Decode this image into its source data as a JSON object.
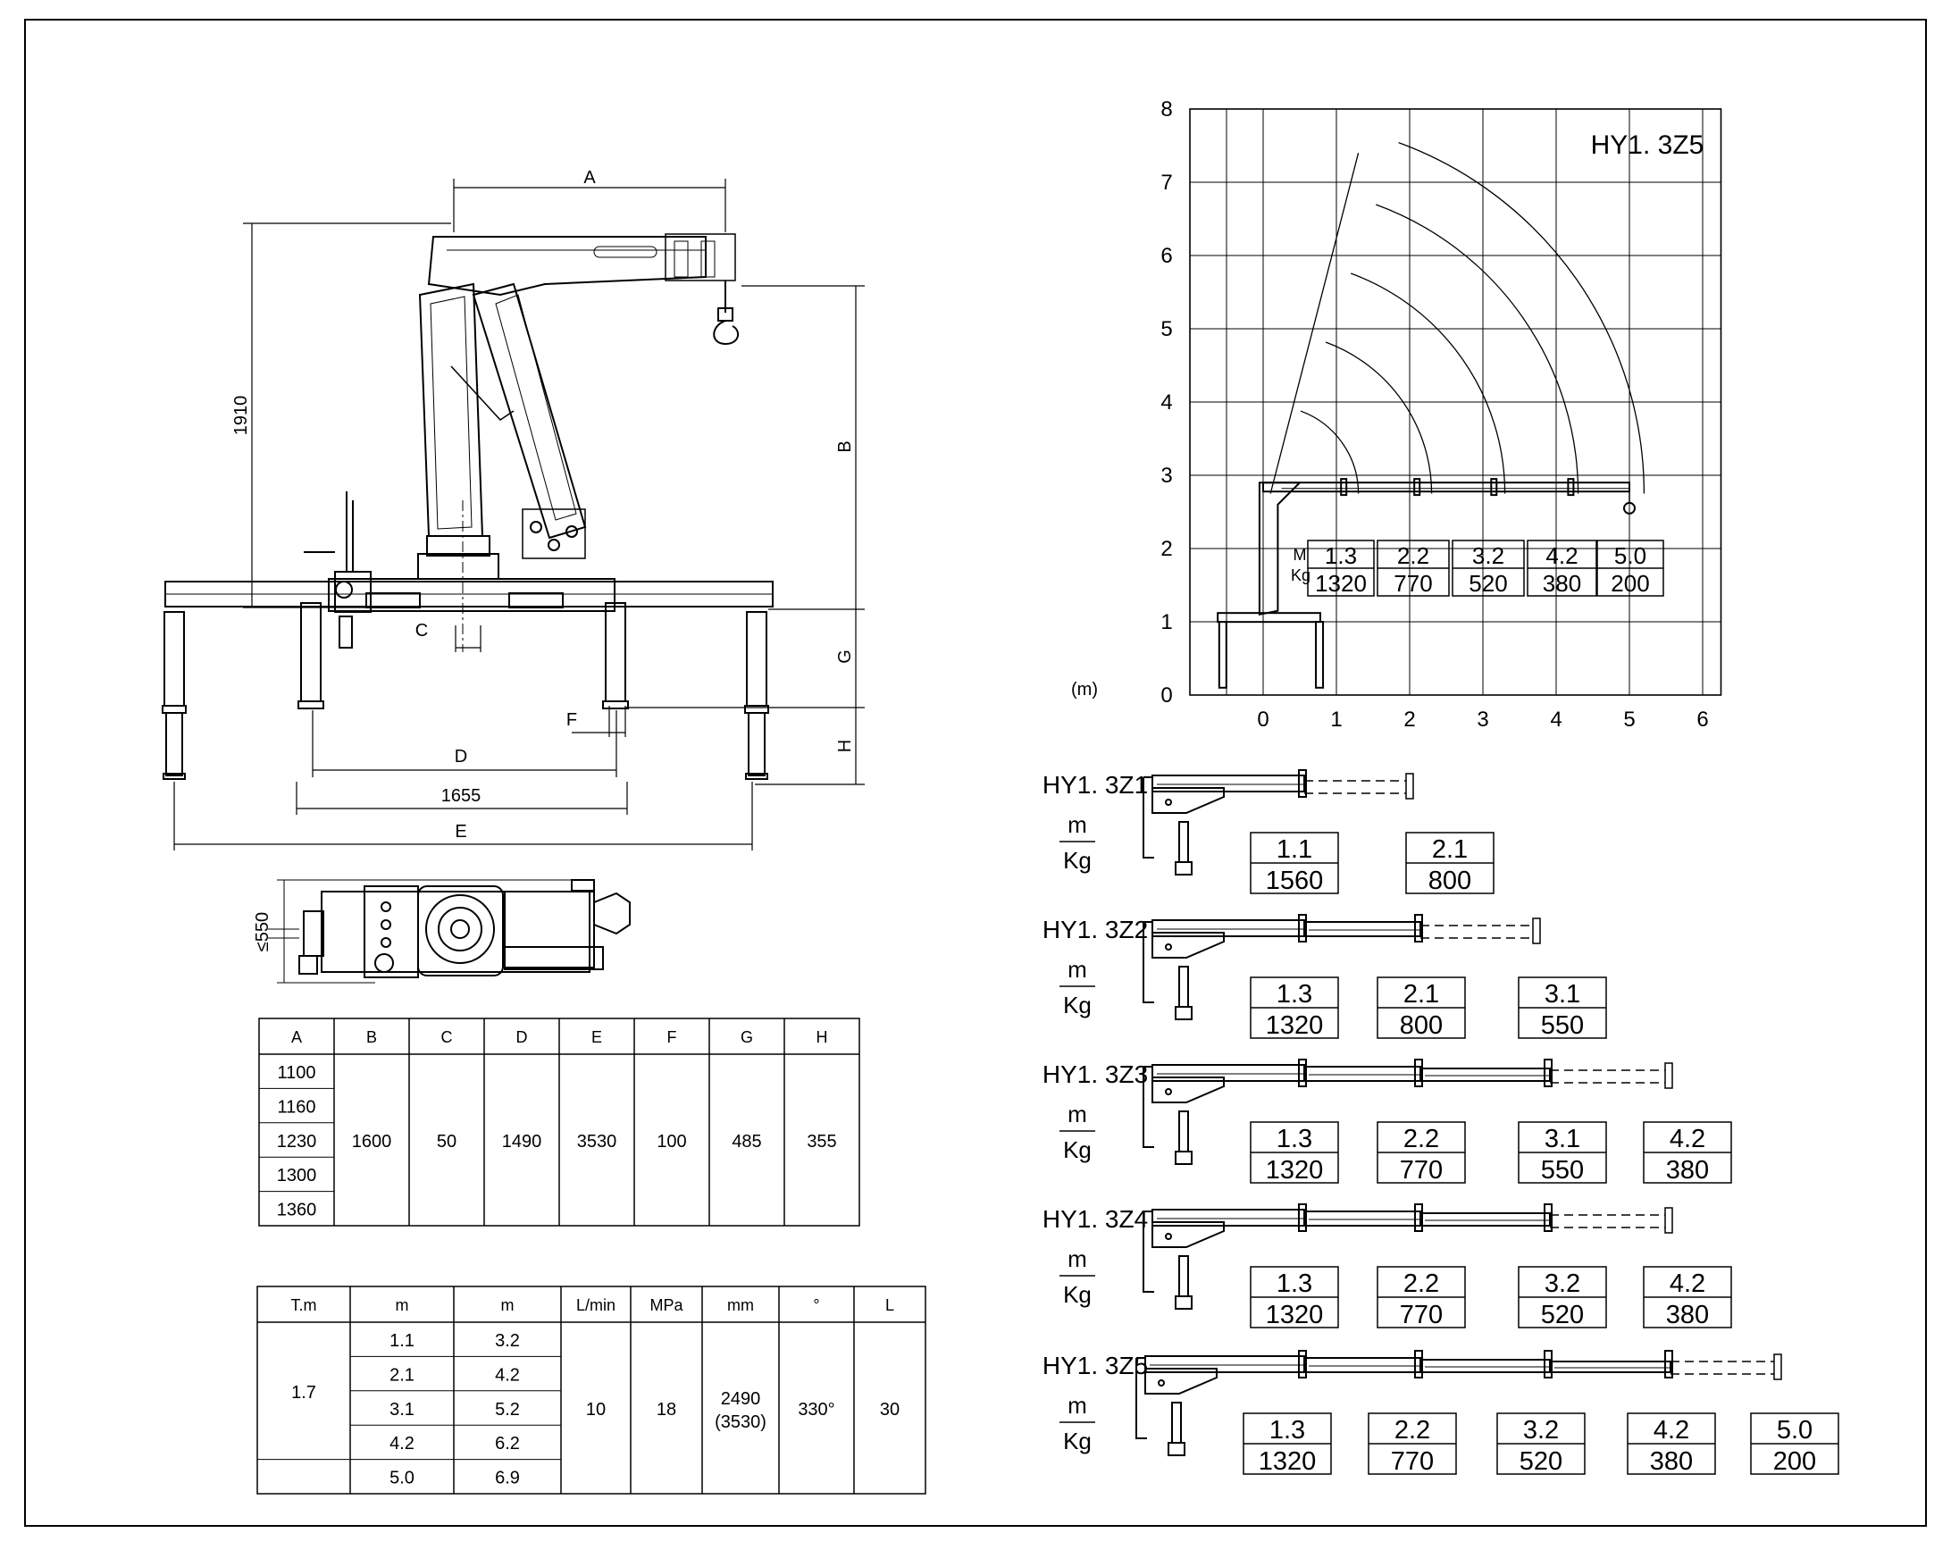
{
  "side_view": {
    "dims": {
      "A": "A",
      "B": "B",
      "C": "C",
      "D": "D",
      "E": "E",
      "F": "F",
      "G": "G",
      "H": "H",
      "height": "1910",
      "width": "1655"
    }
  },
  "top_view": {
    "width_label": "≤550"
  },
  "dim_table": {
    "headers": [
      "A",
      "B",
      "C",
      "D",
      "E",
      "F",
      "G",
      "H"
    ],
    "a_values": [
      "1100",
      "1160",
      "1230",
      "1300",
      "1360"
    ],
    "shared": [
      "1600",
      "50",
      "1490",
      "3530",
      "100",
      "485",
      "355"
    ]
  },
  "spec_table": {
    "headers": [
      "T.m",
      "m",
      "m",
      "L/min",
      "MPa",
      "mm",
      "°",
      "L"
    ],
    "tm": "1.7",
    "reach_a": [
      "1.1",
      "2.1",
      "3.1",
      "4.2",
      "5.0"
    ],
    "reach_b": [
      "3.2",
      "4.2",
      "5.2",
      "6.2",
      "6.9"
    ],
    "flow": "10",
    "pressure": "18",
    "mm_1": "2490",
    "mm_2": "(3530)",
    "angle": "330°",
    "oil": "30"
  },
  "chart": {
    "title": "HY1. 3Z5",
    "unit": "(m)",
    "unit_labels": [
      "M",
      "Kg"
    ],
    "y_ticks": [
      "0",
      "1",
      "2",
      "3",
      "4",
      "5",
      "6",
      "7",
      "8"
    ],
    "x_ticks": [
      "0",
      "1",
      "2",
      "3",
      "4",
      "5",
      "6"
    ],
    "loads": [
      {
        "reach": "1.3",
        "kg": "1320"
      },
      {
        "reach": "2.2",
        "kg": "770"
      },
      {
        "reach": "3.2",
        "kg": "520"
      },
      {
        "reach": "4.2",
        "kg": "380"
      },
      {
        "reach": "5.0",
        "kg": "200"
      }
    ]
  },
  "configs": [
    {
      "model": "HY1. 3Z1",
      "unit_m": "m",
      "unit_kg": "Kg",
      "loads": [
        {
          "reach": "1.1",
          "kg": "1560"
        },
        {
          "reach": "2.1",
          "kg": "800"
        }
      ]
    },
    {
      "model": "HY1. 3Z2",
      "unit_m": "m",
      "unit_kg": "Kg",
      "loads": [
        {
          "reach": "1.3",
          "kg": "1320"
        },
        {
          "reach": "2.1",
          "kg": "800"
        },
        {
          "reach": "3.1",
          "kg": "550"
        }
      ]
    },
    {
      "model": "HY1. 3Z3",
      "unit_m": "m",
      "unit_kg": "Kg",
      "loads": [
        {
          "reach": "1.3",
          "kg": "1320"
        },
        {
          "reach": "2.2",
          "kg": "770"
        },
        {
          "reach": "3.1",
          "kg": "550"
        },
        {
          "reach": "4.2",
          "kg": "380"
        }
      ]
    },
    {
      "model": "HY1. 3Z4",
      "unit_m": "m",
      "unit_kg": "Kg",
      "loads": [
        {
          "reach": "1.3",
          "kg": "1320"
        },
        {
          "reach": "2.2",
          "kg": "770"
        },
        {
          "reach": "3.2",
          "kg": "520"
        },
        {
          "reach": "4.2",
          "kg": "380"
        }
      ]
    },
    {
      "model": "HY1. 3Z5",
      "unit_m": "m",
      "unit_kg": "Kg",
      "loads": [
        {
          "reach": "1.3",
          "kg": "1320"
        },
        {
          "reach": "2.2",
          "kg": "770"
        },
        {
          "reach": "3.2",
          "kg": "520"
        },
        {
          "reach": "4.2",
          "kg": "380"
        },
        {
          "reach": "5.0",
          "kg": "200"
        }
      ]
    }
  ]
}
